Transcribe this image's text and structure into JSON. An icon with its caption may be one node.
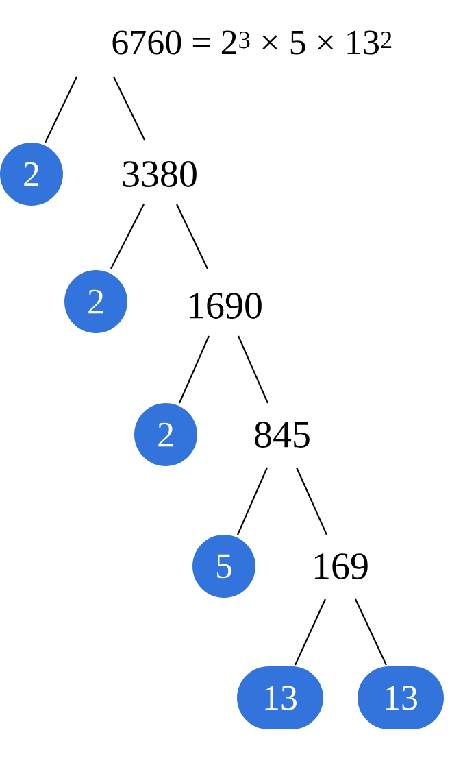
{
  "diagram": {
    "nodes": [
      {
        "text": [
          "6760 = 2$^{3}$ × 5 × 13$^{2}$"
        ]
      },
      {
        "text": [
          "2"
        ]
      },
      {
        "text": [
          "3380"
        ]
      },
      {
        "text": [
          "2"
        ]
      },
      {
        "text": [
          "1690"
        ]
      },
      {
        "text": [
          "2"
        ]
      },
      {
        "text": [
          "845"
        ]
      },
      {
        "text": [
          "5"
        ]
      },
      {
        "text": [
          "169"
        ]
      },
      {
        "text": [
          "13"
        ]
      },
      {
        "text": [
          "13"
        ]
      }
    ],
    "edges": [
      {
        "from": 0,
        "to": 1,
        "arrow": "none"
      },
      {
        "from": 0,
        "to": 2,
        "arrow": "none"
      },
      {
        "from": 2,
        "to": 3,
        "arrow": "none"
      },
      {
        "from": 2,
        "to": 4,
        "arrow": "none"
      },
      {
        "from": 4,
        "to": 5,
        "arrow": "none"
      },
      {
        "from": 4,
        "to": 6,
        "arrow": "none"
      },
      {
        "from": 6,
        "to": 7,
        "arrow": "none"
      },
      {
        "from": 6,
        "to": 8,
        "arrow": "none"
      },
      {
        "from": 8,
        "to": 9,
        "arrow": "none"
      },
      {
        "from": 8,
        "to": 10,
        "arrow": "none"
      }
    ]
  }
}
